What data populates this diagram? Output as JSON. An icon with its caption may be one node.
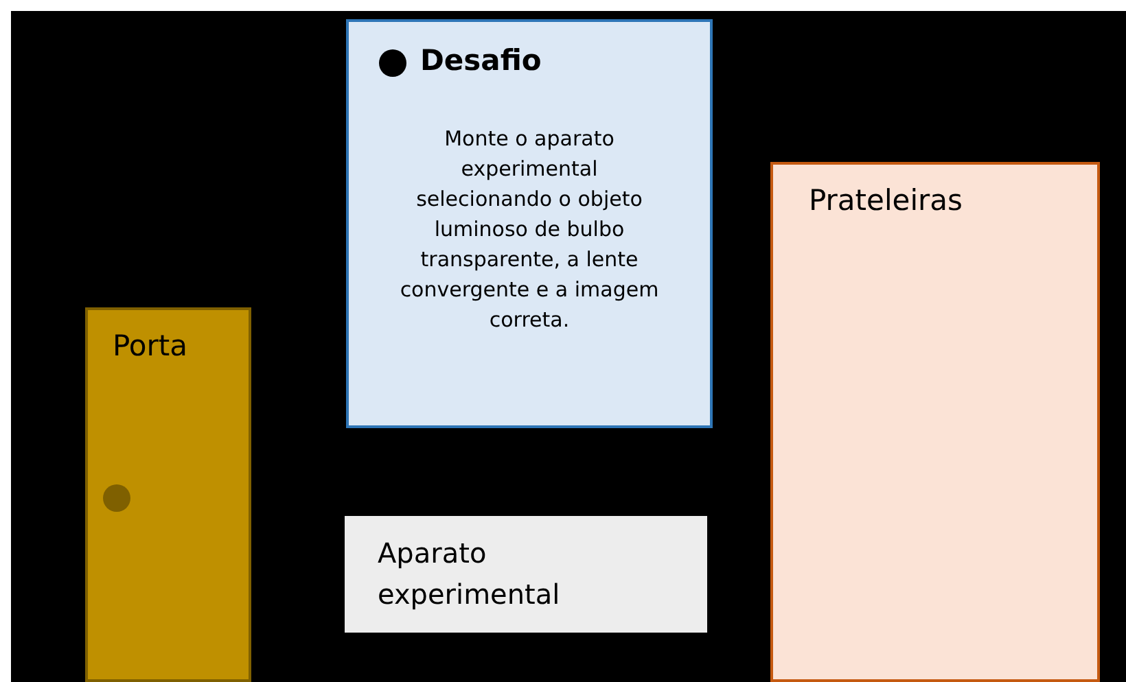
{
  "diagram": {
    "nodes": [
      {
        "text": [
          "Desafio",
          "Monte o aparato experimental selecionando o objeto luminoso de bulbo transparente, a lente convergente e a imagem correta."
        ]
      },
      {
        "text": [
          "Prateleiras"
        ]
      },
      {
        "text": [
          "Porta"
        ]
      },
      {
        "text": [
          "Aparato experimental"
        ]
      }
    ]
  }
}
